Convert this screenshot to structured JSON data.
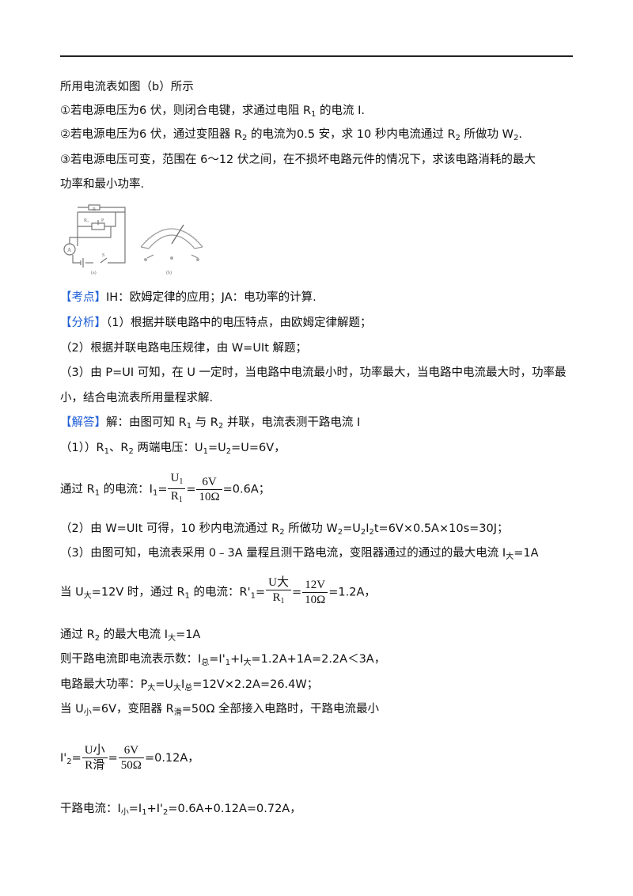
{
  "header_rule": true,
  "problem": {
    "line0": "所用电流表如图（b）所示",
    "q1": "①若电源电压为6 伏，则闭合电键，求通过电阻 R",
    "q1_sub": "1",
    "q1_end": " 的电流 I.",
    "q2": "②若电源电压为6 伏，通过变阻器 R",
    "q2_sub": "2",
    "q2_mid": " 的电流为0.5 安，求 10 秒内电流通过 R",
    "q2_sub2": "2",
    "q2_end": " 所做功 W",
    "q2_sub3": "2",
    "q2_dot": ".",
    "q3a": "③若电源电压可变，范围在 6～12 伏之间，在不损坏电路元件的情况下，求该电路消耗的最大",
    "q3b": "功率和最小功率."
  },
  "figures": {
    "a_label": "(a)",
    "b_label": "(b)",
    "r_label": "R",
    "r2_label": "R₂",
    "p_label": "P",
    "a_meter": "A",
    "s_label": "S"
  },
  "kaodian": {
    "tag": "【考点】",
    "text": "IH：欧姆定律的应用；JA：电功率的计算."
  },
  "fenxi": {
    "tag": "【分析】",
    "l1": "（1）根据并联电路中的电压特点，由欧姆定律解题；",
    "l2": "（2）根据并联电路电压规律，由 W=UIt 解题；",
    "l3": "（3）由 P=UI 可知，在 U 一定时，当电路中电流最小时，功率最大，当电路中电流最大时，功率最",
    "l4": "小，结合电流表所用量程求解."
  },
  "jieda": {
    "tag": "【解答】",
    "intro_a": "解：由图可知 R",
    "intro_sub1": "1",
    "intro_b": " 与 R",
    "intro_sub2": "2",
    "intro_c": " 并联，电流表测干路电流 I",
    "s1_a": "（1））R",
    "s1_sub1": "1",
    "s1_b": "、R",
    "s1_sub2": "2",
    "s1_c": " 两端电压：U",
    "s1_sub3": "1",
    "s1_d": "=U",
    "s1_sub4": "2",
    "s1_e": "=U=6V，",
    "i1_a": "通过 R",
    "i1_sub": "1",
    "i1_b": " 的电流：I",
    "i1_sub2": "1",
    "i1_eq": "=",
    "i1_f1_num": "U",
    "i1_f1_num_sub": "1",
    "i1_f1_den": "R",
    "i1_f1_den_sub": "1",
    "i1_f2_num": "6V",
    "i1_f2_den": "10Ω",
    "i1_res": "=0.6A；",
    "s2_a": "（2）由 W=UIt 可得，10 秒内电流通过 R",
    "s2_sub": "2",
    "s2_b": " 所做功 W",
    "s2_sub2": "2",
    "s2_c": "=U",
    "s2_sub3": "2",
    "s2_d": "I",
    "s2_sub4": "2",
    "s2_e": "t=6V×0.5A×10s=30J；",
    "s3_a": "（3）由图可知，电流表采用 0﹣3A 量程且测干路电流，变阻器通过的通过的最大电流 I",
    "s3_sub": "大",
    "s3_b": "=1A",
    "r1_a": "当 U",
    "r1_sub": "大",
    "r1_b": "=12V 时，通过 R",
    "r1_sub2": "1",
    "r1_c": " 的电流：R'",
    "r1_sub3": "1",
    "r1_eq": "=",
    "r1_f1_num": "U大",
    "r1_f1_den": "R",
    "r1_f1_den_sub": "1",
    "r1_f2_num": "12V",
    "r1_f2_den": "10Ω",
    "r1_res": "=1.2A，",
    "m_a": "通过 R",
    "m_sub": "2",
    "m_b": " 的最大电流 I",
    "m_sub2": "大",
    "m_c": "=1A",
    "t_a": "则干路电流即电流表示数：I",
    "t_sub": "总",
    "t_b": "=I'",
    "t_sub2": "1",
    "t_c": "+I",
    "t_sub3": "大",
    "t_d": "=1.2A+1A=2.2A＜3A，",
    "p_a": "电路最大功率：P",
    "p_sub": "大",
    "p_b": "=U",
    "p_sub2": "大",
    "p_c": "I",
    "p_sub3": "总",
    "p_d": "=12V×2.2A=26.4W；",
    "u_a": "当 U",
    "u_sub": "小",
    "u_b": "=6V，变阻器 R",
    "u_sub2": "滑",
    "u_c": "=50Ω 全部接入电路时，干路电流最小",
    "i2_a": "I'",
    "i2_sub": "2",
    "i2_eq": "=",
    "i2_f1_num": "U小",
    "i2_f1_den": "R滑",
    "i2_f2_num": "6V",
    "i2_f2_den": "50Ω",
    "i2_res": "=0.12A，",
    "g_a": "干路电流：I",
    "g_sub": "小",
    "g_b": "=I",
    "g_sub2": "1",
    "g_c": "+I'",
    "g_sub3": "2",
    "g_d": "=0.6A+0.12A=0.72A，"
  }
}
